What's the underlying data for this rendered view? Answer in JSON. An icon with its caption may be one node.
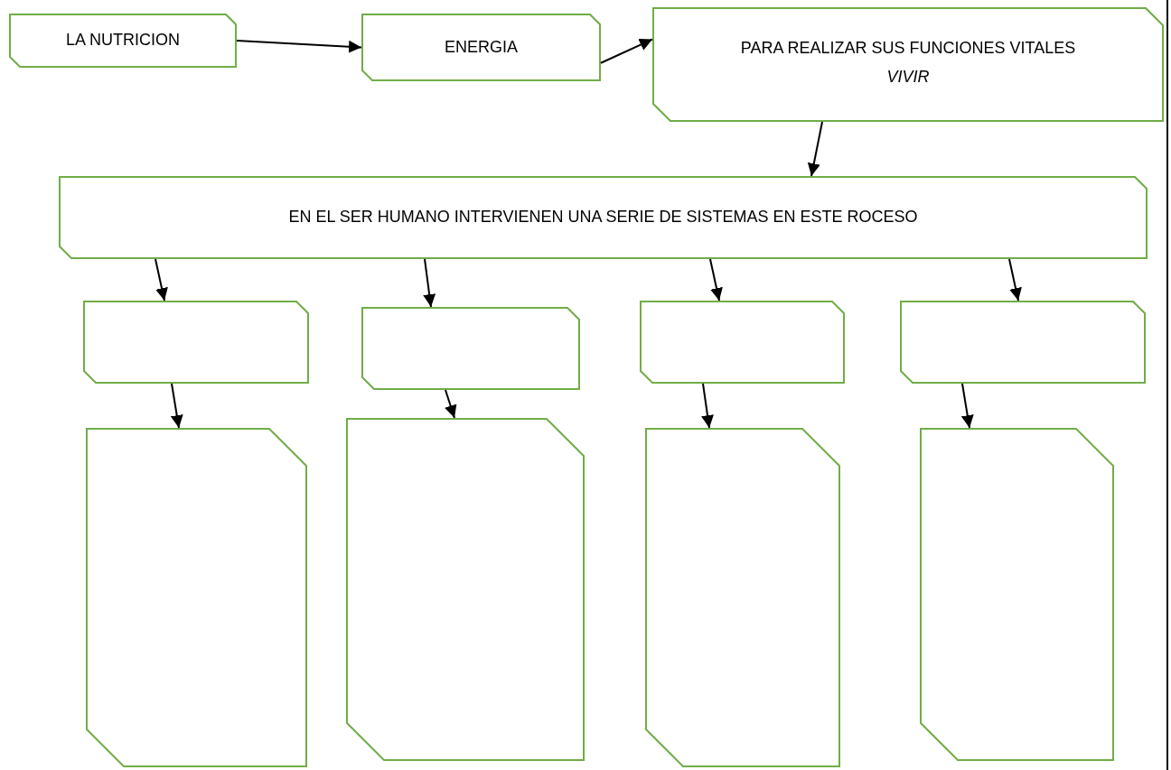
{
  "diagram": {
    "nodes": [
      {
        "text": [
          "LA NUTRICION"
        ]
      },
      {
        "text": [
          "ENERGIA"
        ]
      },
      {
        "text": [
          "PARA REALIZAR SUS FUNCIONES VITALES",
          "VIVIR"
        ]
      },
      {
        "text": [
          "EN EL SER HUMANO INTERVIENEN UNA SERIE DE SISTEMAS EN ESTE ROCESO"
        ]
      },
      {
        "text": [],
        "shape": "box"
      },
      {
        "text": [],
        "shape": "box"
      },
      {
        "text": [],
        "shape": "box"
      },
      {
        "text": [],
        "shape": "box"
      },
      {
        "text": [],
        "shape": "box"
      },
      {
        "text": [],
        "shape": "box"
      },
      {
        "text": [],
        "shape": "box"
      },
      {
        "text": [],
        "shape": "box"
      }
    ],
    "edges": [
      {
        "from": 0,
        "to": 1,
        "arrow": "to"
      },
      {
        "from": 1,
        "to": 2,
        "arrow": "to"
      },
      {
        "from": 2,
        "to": 3,
        "arrow": "to"
      },
      {
        "from": 3,
        "to": 4,
        "arrow": "to"
      },
      {
        "from": 3,
        "to": 5,
        "arrow": "to"
      },
      {
        "from": 3,
        "to": 6,
        "arrow": "to"
      },
      {
        "from": 3,
        "to": 7,
        "arrow": "to"
      },
      {
        "from": 4,
        "to": 8,
        "arrow": "to"
      },
      {
        "from": 5,
        "to": 9,
        "arrow": "to"
      },
      {
        "from": 6,
        "to": 10,
        "arrow": "to"
      },
      {
        "from": 7,
        "to": 11,
        "arrow": "to"
      }
    ]
  }
}
